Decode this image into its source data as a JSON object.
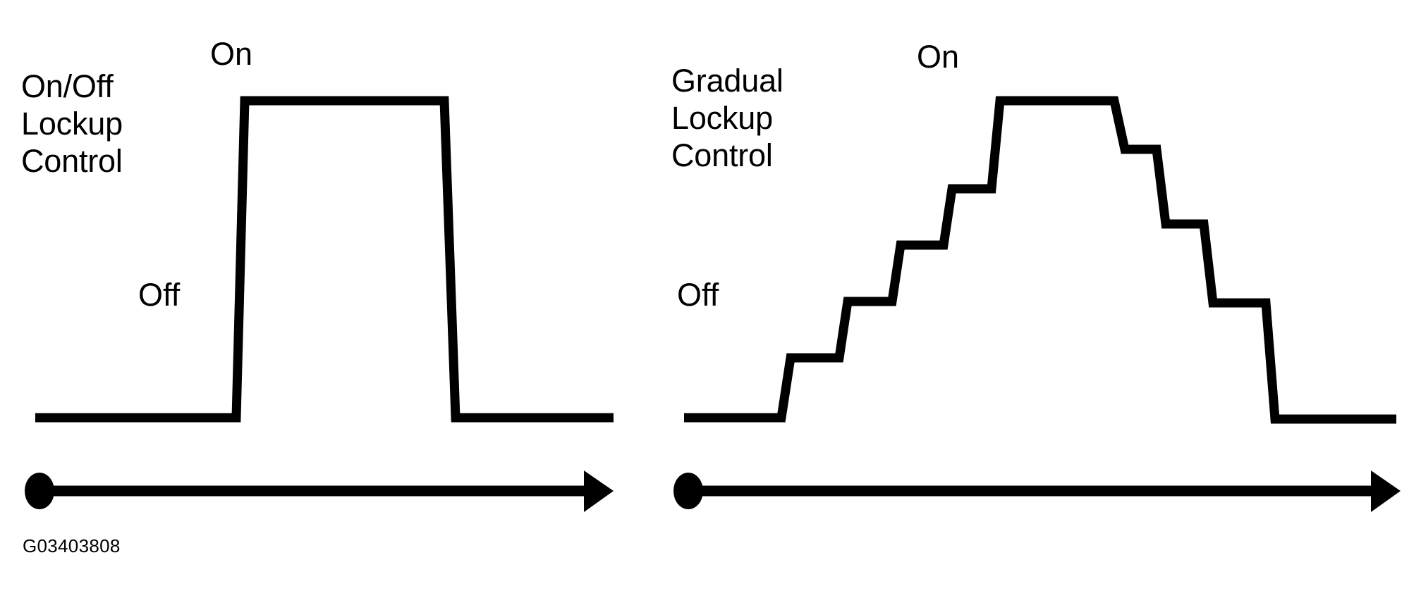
{
  "figure": {
    "id_label": "G03403808",
    "background_color": "#ffffff",
    "stroke_color": "#000000"
  },
  "panels": [
    {
      "key": "onoff",
      "control_label": "On/Off\nLockup\nControl",
      "control_label_lines": [
        "On/Off",
        "Lockup",
        "Control"
      ],
      "on_label": "On",
      "off_label": "Off",
      "time_axis_name": "time-axis"
    },
    {
      "key": "gradual",
      "control_label": "Gradual\nLockup\nControl",
      "control_label_lines": [
        "Gradual",
        "Lockup",
        "Control"
      ],
      "on_label": "On",
      "off_label": "Off",
      "time_axis_name": "time-axis"
    }
  ],
  "chart_data": [
    {
      "type": "line",
      "title": "On/Off Lockup Control",
      "xlabel": "",
      "ylabel": "",
      "ylim": [
        0,
        1
      ],
      "grid": false,
      "legend": "none",
      "annotations": [
        "On",
        "Off"
      ],
      "y_state_labels": {
        "0": "Off",
        "1": "On"
      },
      "series": [
        {
          "name": "On/Off Lockup Control",
          "step_shape": "square-pulse",
          "points": [
            {
              "x": 0,
              "y": 0
            },
            {
              "x": 35,
              "y": 0
            },
            {
              "x": 38,
              "y": 1
            },
            {
              "x": 71,
              "y": 1
            },
            {
              "x": 74,
              "y": 0
            },
            {
              "x": 100,
              "y": 0
            }
          ]
        }
      ]
    },
    {
      "type": "line",
      "title": "Gradual Lockup Control",
      "xlabel": "",
      "ylabel": "",
      "ylim": [
        0,
        1
      ],
      "grid": false,
      "legend": "none",
      "annotations": [
        "On",
        "Off"
      ],
      "y_state_labels": {
        "0": "Off",
        "1": "On"
      },
      "series": [
        {
          "name": "Gradual Lockup Control",
          "step_shape": "staircase",
          "points": [
            {
              "x": 0,
              "y": 0
            },
            {
              "x": 13,
              "y": 0
            },
            {
              "x": 15,
              "y": 0.19
            },
            {
              "x": 24,
              "y": 0.19
            },
            {
              "x": 26,
              "y": 0.37
            },
            {
              "x": 34,
              "y": 0.37
            },
            {
              "x": 36,
              "y": 0.55
            },
            {
              "x": 42,
              "y": 0.55
            },
            {
              "x": 44,
              "y": 0.73
            },
            {
              "x": 51,
              "y": 0.73
            },
            {
              "x": 53,
              "y": 1.0
            },
            {
              "x": 70,
              "y": 1.0
            },
            {
              "x": 72,
              "y": 0.85
            },
            {
              "x": 78,
              "y": 0.85
            },
            {
              "x": 80,
              "y": 0.61
            },
            {
              "x": 86,
              "y": 0.61
            },
            {
              "x": 88,
              "y": 0.36
            },
            {
              "x": 97,
              "y": 0.36
            },
            {
              "x": 99,
              "y": 0
            },
            {
              "x": 117,
              "y": 0
            }
          ]
        }
      ]
    }
  ]
}
